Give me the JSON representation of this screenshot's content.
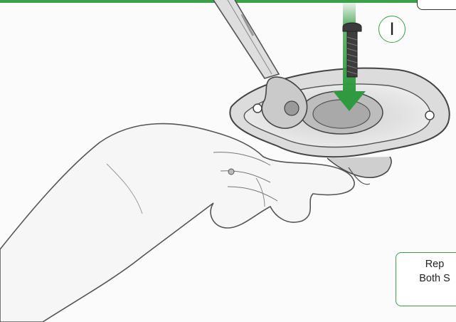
{
  "step": {
    "label": "I"
  },
  "callout": {
    "line1": "Rep",
    "line2": "Both S"
  },
  "illustration": {
    "subject": "hand-holding-flange-with-wrench",
    "motion": "arrow-down",
    "style": "pencil-sketch"
  },
  "colors": {
    "accent": "#3c9f49",
    "sketch": "#555555",
    "background": "#fbfbfb"
  }
}
